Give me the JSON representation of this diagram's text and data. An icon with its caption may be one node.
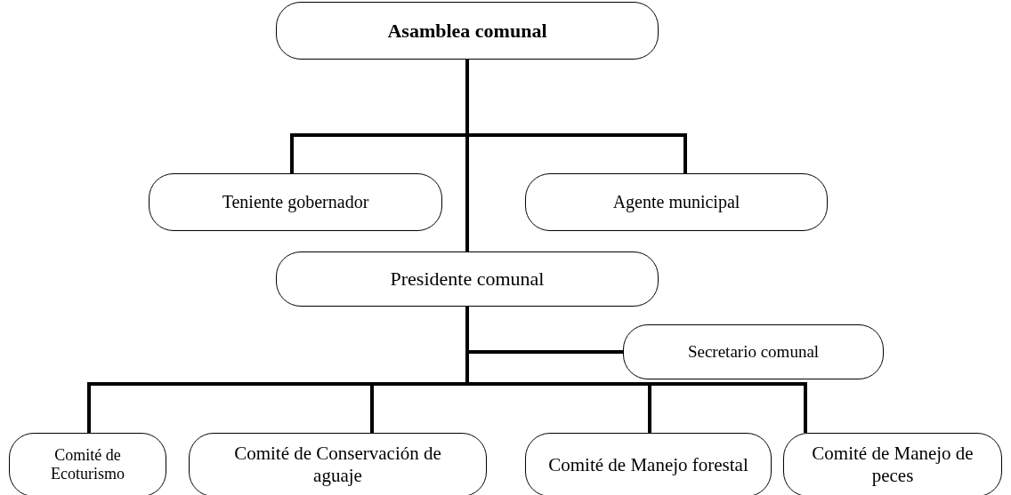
{
  "diagram": {
    "nodes": [
      {
        "text": [
          "Asamblea comunal"
        ]
      },
      {
        "text": [
          "Teniente gobernador"
        ]
      },
      {
        "text": [
          "Agente municipal"
        ]
      },
      {
        "text": [
          "Presidente comunal"
        ]
      },
      {
        "text": [
          "Secretario comunal"
        ]
      },
      {
        "text": [
          "Comité de Ecoturismo"
        ]
      },
      {
        "text": [
          "Comité de Conservación de aguaje"
        ]
      },
      {
        "text": [
          "Comité de Manejo forestal"
        ]
      },
      {
        "text": [
          "Comité de Manejo de peces"
        ]
      }
    ],
    "edges": [
      {
        "from": 0,
        "to": 1,
        "arrow": "none"
      },
      {
        "from": 0,
        "to": 2,
        "arrow": "none"
      },
      {
        "from": 0,
        "to": 3,
        "arrow": "none"
      },
      {
        "from": 3,
        "to": 4,
        "arrow": "none"
      },
      {
        "from": 3,
        "to": 5,
        "arrow": "none"
      },
      {
        "from": 3,
        "to": 6,
        "arrow": "none"
      },
      {
        "from": 3,
        "to": 7,
        "arrow": "none"
      },
      {
        "from": 3,
        "to": 8,
        "arrow": "none"
      }
    ]
  }
}
